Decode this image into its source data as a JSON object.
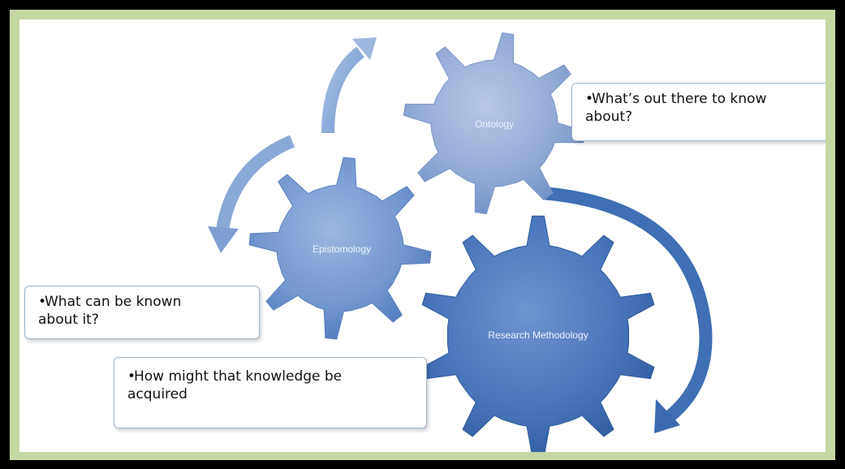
{
  "gears": {
    "ontology": "Ontology",
    "epistomology": "Epistomology",
    "research_methodology": "Research Methodology"
  },
  "callouts": {
    "ontology": {
      "bullet": "•",
      "line1": "What’s out there to know",
      "line2": "about?"
    },
    "epistomology": {
      "bullet": "•",
      "line1": "What can be known",
      "line2": "about it?"
    },
    "research_methodology": {
      "bullet": "•",
      "line1": "How might that knowledge be",
      "line2": "acquired"
    }
  },
  "colors": {
    "frame": "#000000",
    "border_green": "#c5d7a2",
    "gear_light": "#9fb3d6",
    "gear_mid": "#6e93cc",
    "gear_dark": "#3d6eb4",
    "arrow": "#7ea1d4"
  }
}
